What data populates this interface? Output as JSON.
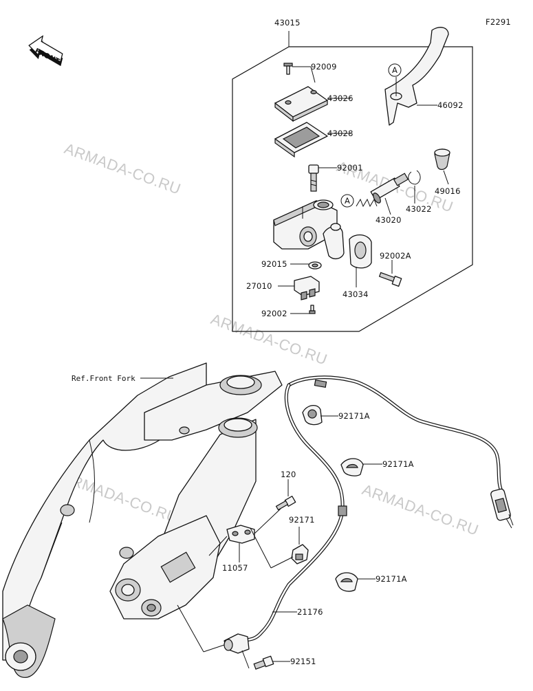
{
  "diagram": {
    "fig_code": "F2291",
    "front_label": "FRONT",
    "ref_label": "Ref.Front Fork",
    "watermark": "ARMADA-CO.RU",
    "callout_a": "A",
    "parts": {
      "p43015": "43015",
      "p92009": "92009",
      "p43026": "43026",
      "p43028": "43028",
      "p46092": "46092",
      "p92001": "92001",
      "p49016": "49016",
      "p43022": "43022",
      "p43020": "43020",
      "p92015": "92015",
      "p92002A": "92002A",
      "p27010": "27010",
      "p43034": "43034",
      "p92002": "92002",
      "p92171A_1": "92171A",
      "p92171A_2": "92171A",
      "p120": "120",
      "p92171": "92171",
      "p11057": "11057",
      "p92171A_3": "92171A",
      "p21176": "21176",
      "p92151": "92151"
    }
  }
}
